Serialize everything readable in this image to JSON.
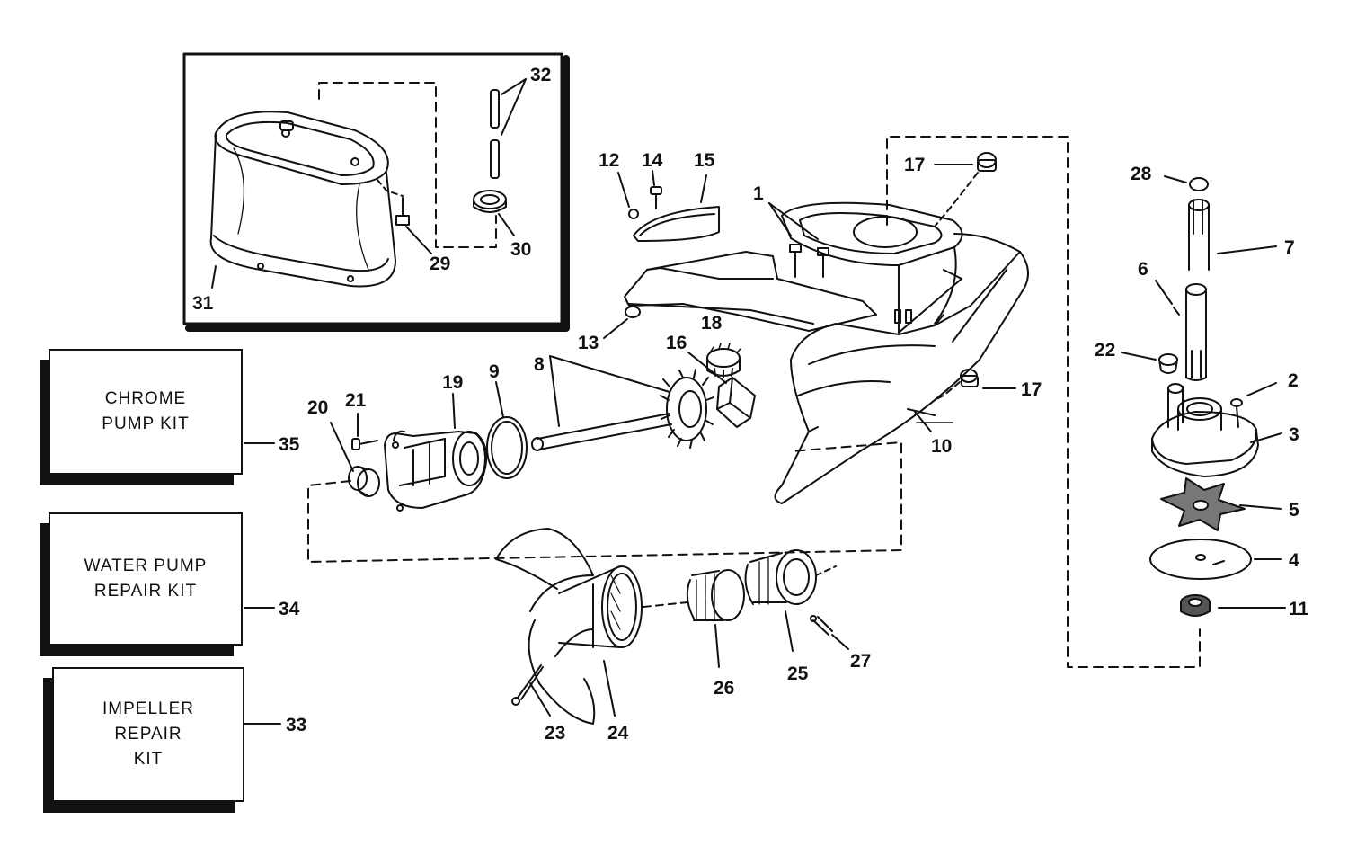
{
  "parts": {
    "p1": "1",
    "p2": "2",
    "p3": "3",
    "p4": "4",
    "p5": "5",
    "p6": "6",
    "p7": "7",
    "p8": "8",
    "p9": "9",
    "p10": "10",
    "p11": "11",
    "p12": "12",
    "p13": "13",
    "p14": "14",
    "p15": "15",
    "p16": "16",
    "p17a": "17",
    "p17b": "17",
    "p18": "18",
    "p19": "19",
    "p20": "20",
    "p21": "21",
    "p22": "22",
    "p23": "23",
    "p24": "24",
    "p25": "25",
    "p26": "26",
    "p27": "27",
    "p28": "28",
    "p29": "29",
    "p30": "30",
    "p31": "31",
    "p32": "32",
    "p33": "33",
    "p34": "34",
    "p35": "35"
  },
  "kits": {
    "chrome": {
      "line1": "CHROME",
      "line2": "PUMP KIT"
    },
    "water": {
      "line1": "WATER PUMP",
      "line2": "REPAIR KIT"
    },
    "impeller": {
      "line1": "IMPELLER",
      "line2": "REPAIR",
      "line3": "KIT"
    }
  }
}
